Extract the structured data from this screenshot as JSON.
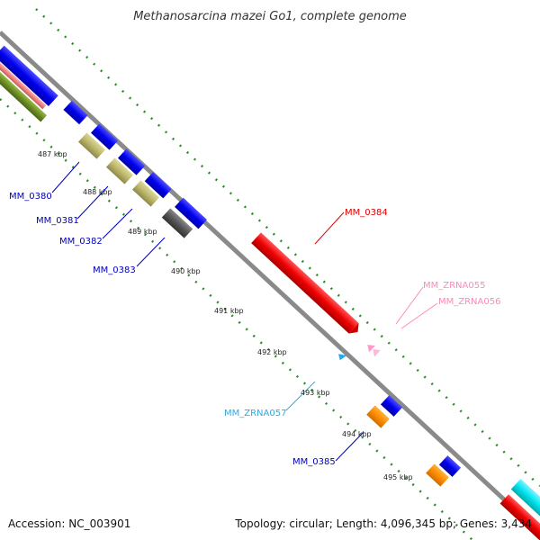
{
  "title": "Methanosarcina mazei Go1, complete genome",
  "footer": {
    "accession": "Accession: NC_003901",
    "summary": "Topology: circular; Length: 4,096,345 bp; Genes: 3,434"
  },
  "kbp_ticks": [
    "487 kbp",
    "488 kbp",
    "489 kbp",
    "490 kbp",
    "491 kbp",
    "492 kbp",
    "493 kbp",
    "494 kbp",
    "495 kbp"
  ],
  "gene_labels": {
    "mm0380": "MM_0380",
    "mm0381": "MM_0381",
    "mm0382": "MM_0382",
    "mm0383": "MM_0383",
    "mm0384": "MM_0384",
    "mm0385": "MM_0385",
    "zrna055": "MM_ZRNA055",
    "zrna056": "MM_ZRNA056",
    "zrna057": "MM_ZRNA057"
  },
  "colors": {
    "backbone": "#8a8a8a",
    "tick_green": "#2e8b2e",
    "cds_blue": "#0000ee",
    "cds_red": "#ee0000",
    "khaki": "#bdb76b",
    "gray_feature": "#555555",
    "orange": "#ff8c00",
    "pink_rna": "#ff99cc",
    "cyan_rna": "#22aaee",
    "cyan_feature": "#00e5ee",
    "salmon": "#f08080",
    "olive": "#6b8e23",
    "label_blue": "#0000bb",
    "label_red": "#dd0000",
    "label_pink": "#ff88bb",
    "label_cyan": "#33aadd"
  }
}
